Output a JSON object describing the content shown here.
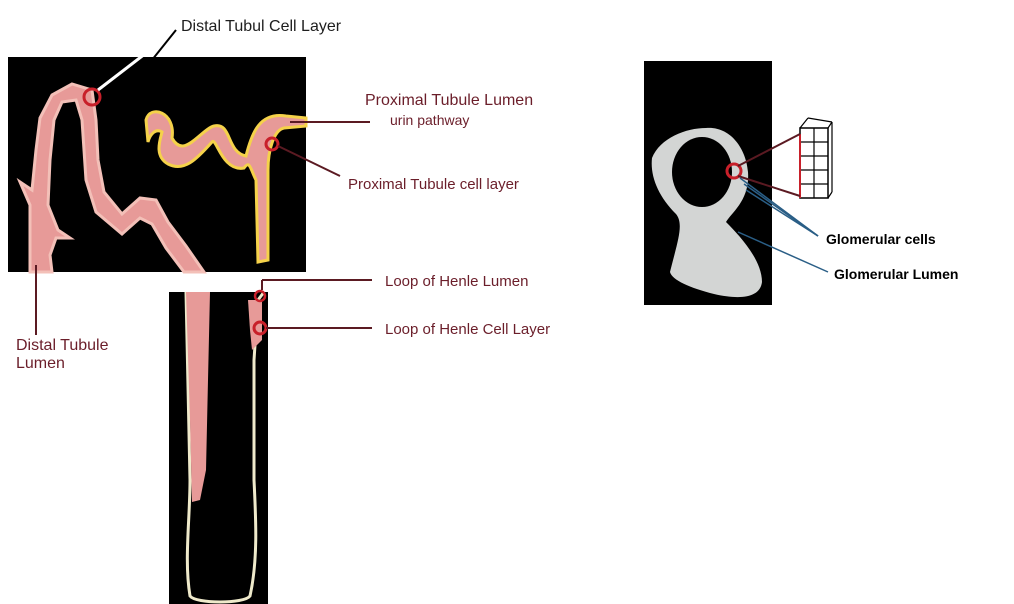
{
  "colors": {
    "background": "#000000",
    "tubule_lumen": "#e79a98",
    "tubule_outline": "#f3c0b8",
    "proximal_outline": "#f5d24a",
    "loop_outline": "#efeacb",
    "glomerulus": "#d3d5d4",
    "marker_ring": "#c8202a",
    "leader_line": "#5b1a22"
  },
  "labels": {
    "distal_cell_layer": "Distal Tubul Cell Layer",
    "proximal_lumen": "Proximal Tubule Lumen",
    "urin_pathway": "urin pathway",
    "proximal_cell_layer": "Proximal Tubule  cell layer",
    "distal_lumen": "Distal Tubule Lumen",
    "henle_lumen": "Loop of Henle Lumen",
    "henle_cell_layer": "Loop of Henle Cell Layer",
    "glomerular_cells": "Glomerular cells",
    "glomerular_lumen": "Glomerular Lumen"
  }
}
